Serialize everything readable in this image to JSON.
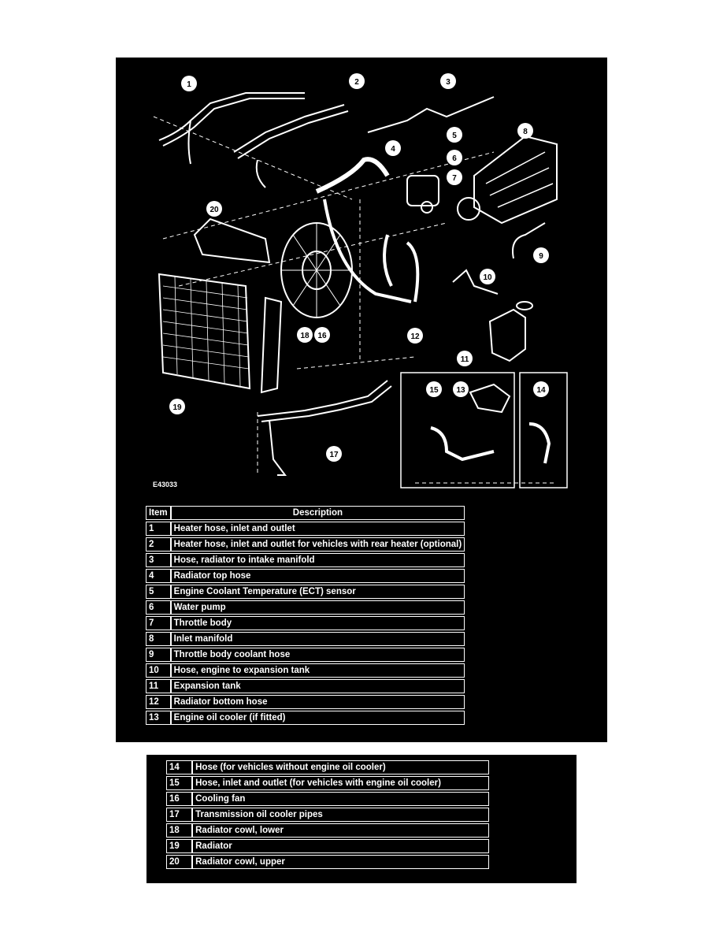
{
  "figure_code": "E43033",
  "table": {
    "header_item": "Item",
    "header_description": "Description",
    "rows_top": [
      {
        "item": "1",
        "description": "Heater hose, inlet and outlet"
      },
      {
        "item": "2",
        "description": "Heater hose, inlet and outlet for vehicles with rear heater (optional)"
      },
      {
        "item": "3",
        "description": "Hose, radiator to intake manifold"
      },
      {
        "item": "4",
        "description": "Radiator top hose"
      },
      {
        "item": "5",
        "description": "Engine Coolant Temperature (ECT) sensor"
      },
      {
        "item": "6",
        "description": "Water pump"
      },
      {
        "item": "7",
        "description": "Throttle body"
      },
      {
        "item": "8",
        "description": "Inlet manifold"
      },
      {
        "item": "9",
        "description": "Throttle body coolant hose"
      },
      {
        "item": "10",
        "description": "Hose, engine to expansion tank"
      },
      {
        "item": "11",
        "description": "Expansion tank"
      },
      {
        "item": "12",
        "description": "Radiator bottom hose"
      },
      {
        "item": "13",
        "description": "Engine oil cooler (if fitted)"
      }
    ],
    "rows_bottom": [
      {
        "item": "14",
        "description": "Hose (for vehicles without engine oil cooler)"
      },
      {
        "item": "15",
        "description": "Hose, inlet and outlet (for vehicles with engine oil cooler)"
      },
      {
        "item": "16",
        "description": "Cooling fan"
      },
      {
        "item": "17",
        "description": "Transmission oil cooler pipes"
      },
      {
        "item": "18",
        "description": "Radiator cowl, lower"
      },
      {
        "item": "19",
        "description": "Radiator"
      },
      {
        "item": "20",
        "description": "Radiator cowl, upper"
      }
    ]
  },
  "callouts": {
    "c1": "1",
    "c2": "2",
    "c3": "3",
    "c4": "4",
    "c5": "5",
    "c6": "6",
    "c7": "7",
    "c8": "8",
    "c9": "9",
    "c10": "10",
    "c11": "11",
    "c12": "12",
    "c13": "13",
    "c14": "14",
    "c15": "15",
    "c16": "16",
    "c17": "17",
    "c18": "18",
    "c19": "19",
    "c20": "20"
  }
}
